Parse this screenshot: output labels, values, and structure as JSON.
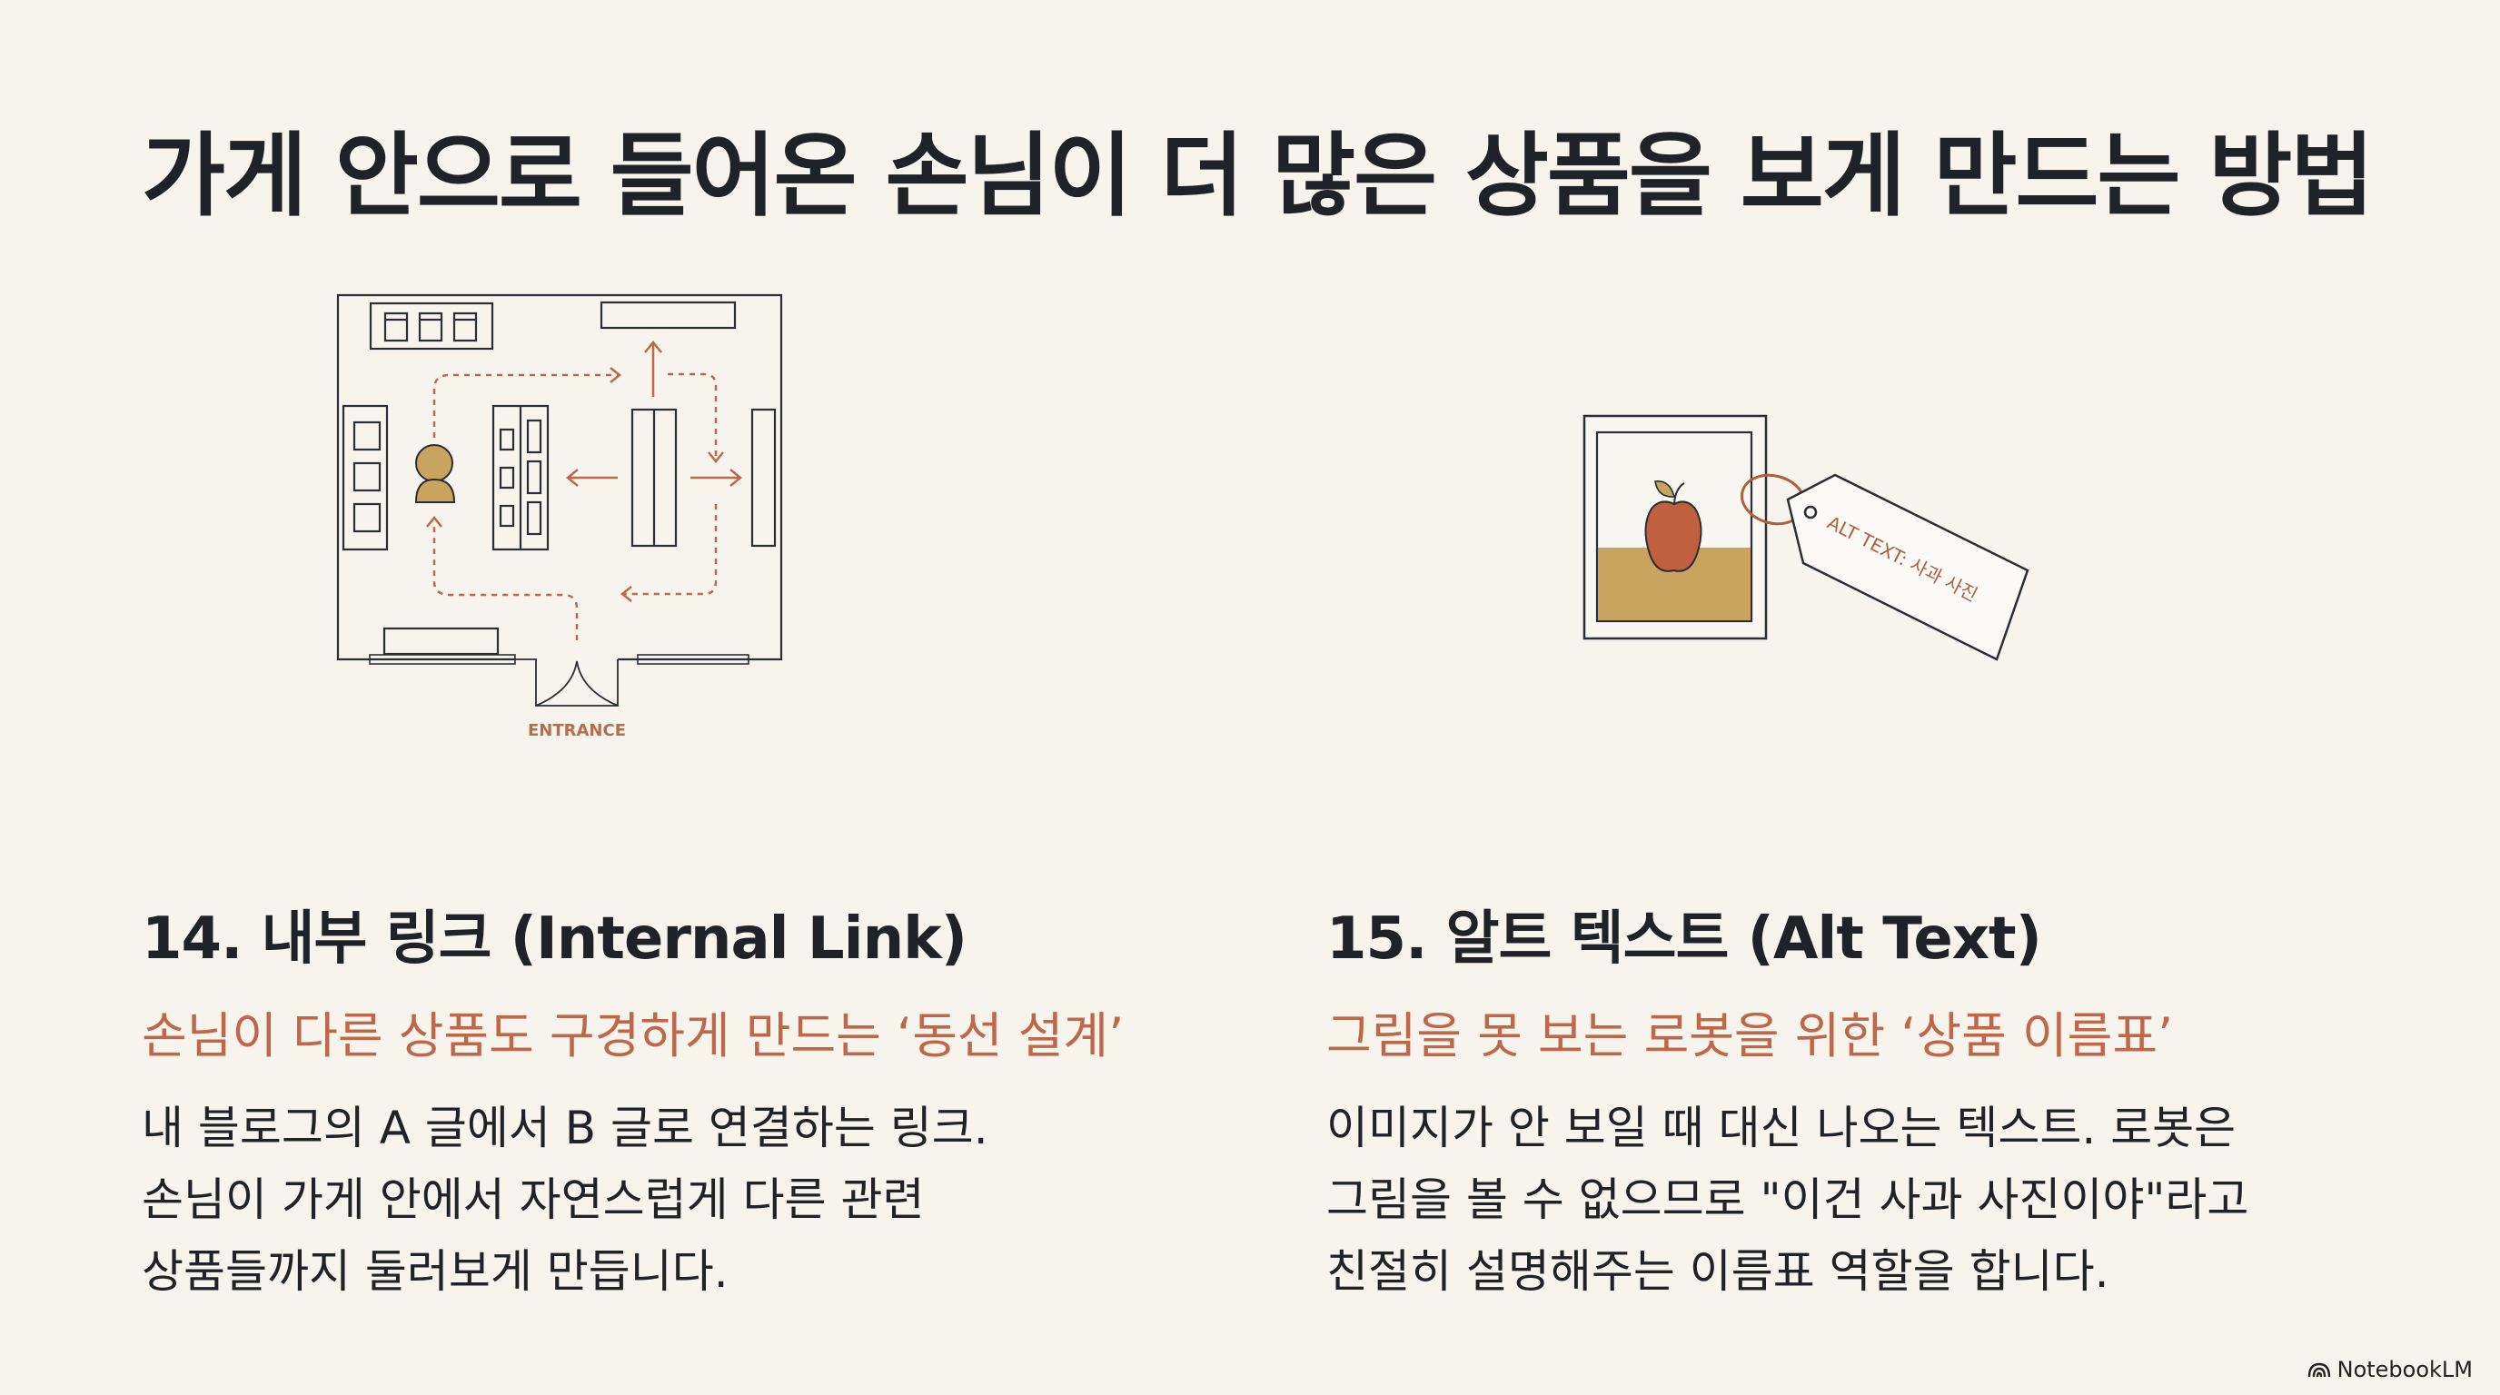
{
  "title": "가게 안으로 들어온 손님이 더 많은 상품을 보게 만드는 방법",
  "left": {
    "figure_label": "ENTRANCE",
    "heading": "14. 내부 링크 (Internal Link)",
    "subtitle": "손님이 다른 상품도 구경하게 만드는 ‘동선 설계’",
    "body": [
      "내 블로그의 A 글에서 B 글로 연결하는 링크.",
      "손님이 가게 안에서 자연스럽게 다른 관련",
      "상품들까지 둘러보게 만듭니다."
    ]
  },
  "right": {
    "tag_text": "ALT TEXT: 사과 사진",
    "heading": "15. 알트 텍스트 (Alt Text)",
    "subtitle": "그림을 못 보는 로봇을 위한 ‘상품 이름표’",
    "body": [
      "이미지가 안 보일 때 대신 나오는 텍스트. 로봇은",
      "그림을 볼 수 없으므로 \"이건 사과 사진이야\"라고",
      "친절히 설명해주는 이름표 역할을 합니다."
    ]
  },
  "brand": "NotebookLM",
  "colors": {
    "accent": "#c0674a",
    "ink": "#1f2328",
    "background": "#f7f4ee",
    "gold": "#c9a45e",
    "apple": "#c0603f"
  }
}
